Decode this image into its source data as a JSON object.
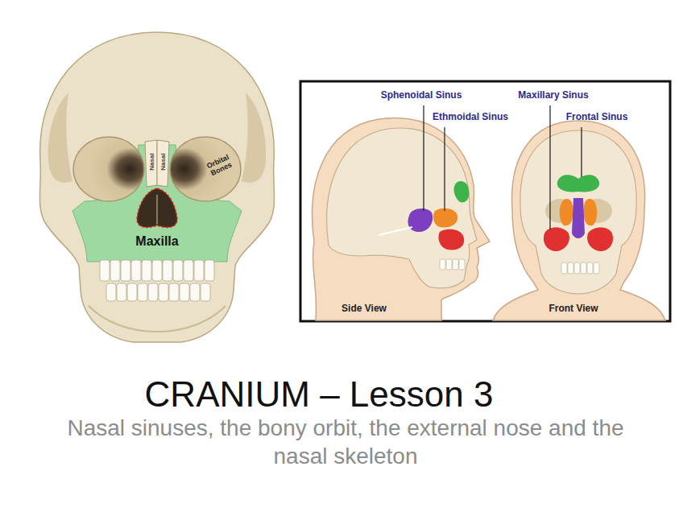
{
  "diagram": {
    "title": "CRANIUM – Lesson 3",
    "caption": "Nasal sinuses, the bony orbit, the external nose and the nasal skeleton",
    "labels": [
      "Nasal",
      "Nasal",
      "Orbital Bones",
      "Maxilla",
      "Sphenoidal Sinus",
      "Ethmoidal Sinus",
      "Maxillary Sinus",
      "Frontal Sinus",
      "Side View",
      "Front View"
    ]
  }
}
